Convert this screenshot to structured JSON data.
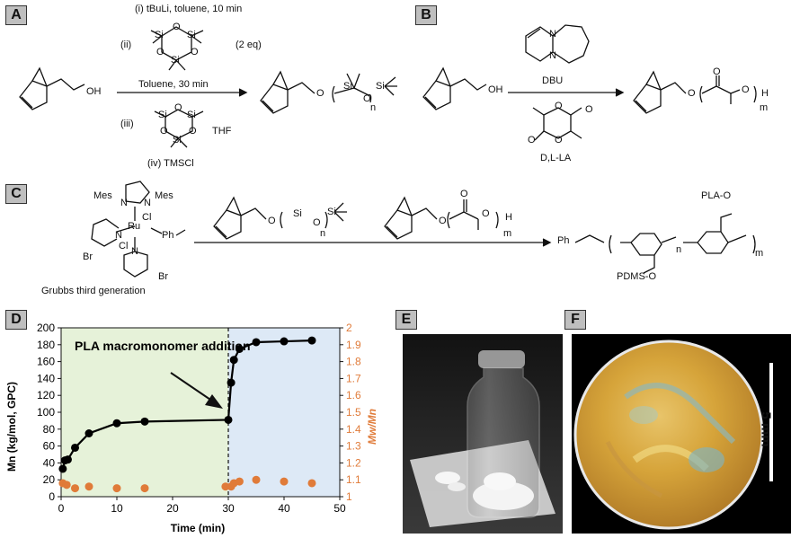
{
  "panels": {
    "a": "A",
    "b": "B",
    "c": "C",
    "d": "D",
    "e": "E",
    "f": "F"
  },
  "scheme_a": {
    "step_i": "(i) tBuLi, toluene, 10 min",
    "step_ii": "(ii)",
    "eq": "(2 eq)",
    "solvent": "Toluene, 30 min",
    "step_iii": "(iii)",
    "thf": "THF",
    "step_iv": "(iv) TMSCl",
    "oh": "OH",
    "si": "Si",
    "o": "O",
    "n": "n"
  },
  "scheme_b": {
    "catalyst": "DBU",
    "monomer": "D,L-LA",
    "oh": "OH",
    "o": "O",
    "h": "H",
    "m": "m",
    "n_atom": "N"
  },
  "scheme_c": {
    "mes": "Mes",
    "n_atom": "N",
    "ru": "Ru",
    "cl": "Cl",
    "ph": "Ph",
    "br": "Br",
    "grubbs": "Grubbs third generation",
    "pla_o": "PLA-O",
    "pdms_o": "PDMS-O",
    "n": "n",
    "m": "m"
  },
  "photo_f": {
    "scale_label": "5 mm"
  },
  "chart_data": {
    "type": "scatter",
    "xlabel": "Time (min)",
    "ylabel_left": "Mn (kg/mol, GPC)",
    "ylabel_right": "Mw/Mn",
    "xlim": [
      0,
      50
    ],
    "ylim_left": [
      0,
      200
    ],
    "ylim_right": [
      1,
      2
    ],
    "xticks": [
      0,
      10,
      20,
      30,
      40,
      50
    ],
    "yticks_left": [
      0,
      20,
      40,
      60,
      80,
      100,
      120,
      140,
      160,
      180,
      200
    ],
    "yticks_right": [
      1,
      1.1,
      1.2,
      1.3,
      1.4,
      1.5,
      1.6,
      1.7,
      1.8,
      1.9,
      2
    ],
    "annotation": "PLA macromonomer addition",
    "addition_time": 30,
    "region_colors": {
      "before": "#e6f2d9",
      "after": "#dde9f6"
    },
    "colors": {
      "mn": "#000000",
      "dispersity": "#e07b39"
    },
    "series": [
      {
        "key": "mn",
        "axis": "left",
        "style": "line+marker",
        "x": [
          0.3,
          0.7,
          1.2,
          2.5,
          5,
          10,
          15,
          30,
          30.5,
          31,
          32,
          35,
          40,
          45
        ],
        "y": [
          33,
          43,
          44,
          58,
          75,
          87,
          89,
          91,
          135,
          162,
          175,
          183,
          184,
          185
        ]
      },
      {
        "key": "dispersity",
        "axis": "right",
        "style": "marker",
        "x": [
          0.3,
          1,
          2.5,
          5,
          10,
          15,
          29.5,
          30.5,
          31,
          32,
          35,
          40,
          45
        ],
        "y": [
          1.08,
          1.07,
          1.05,
          1.06,
          1.05,
          1.05,
          1.06,
          1.06,
          1.08,
          1.09,
          1.1,
          1.09,
          1.08
        ]
      }
    ]
  }
}
